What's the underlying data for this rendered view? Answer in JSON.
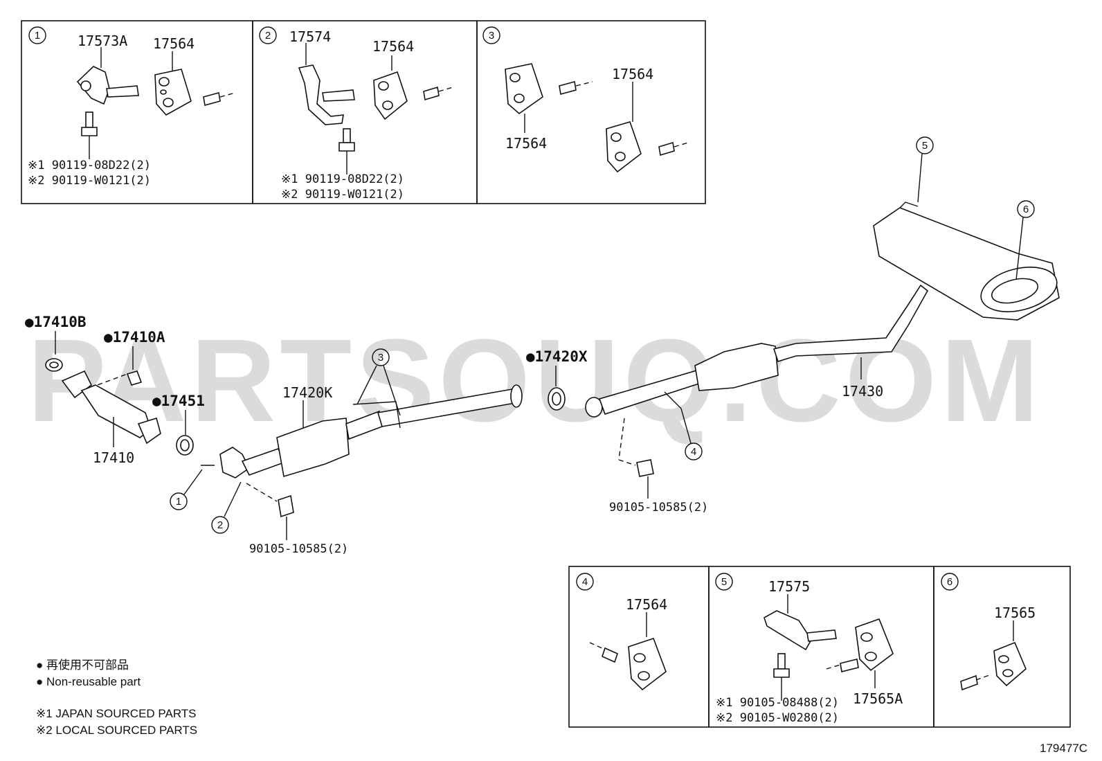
{
  "watermark": "PARTSOUQ.COM",
  "diagram_id": "179477C",
  "callout_boxes": [
    {
      "num": "1",
      "labels": [
        "17573A",
        "17564"
      ],
      "fasteners": [
        "※1 90119-08D22(2)",
        "※2 90119-W0121(2)"
      ]
    },
    {
      "num": "2",
      "labels": [
        "17574",
        "17564"
      ],
      "fasteners": [
        "※1 90119-08D22(2)",
        "※2 90119-W0121(2)"
      ]
    },
    {
      "num": "3",
      "labels": [
        "17564",
        "17564"
      ]
    },
    {
      "num": "4",
      "labels": [
        "17564"
      ]
    },
    {
      "num": "5",
      "labels": [
        "17575",
        "17565A"
      ],
      "fasteners": [
        "※1 90105-08488(2)",
        "※2 90105-W0280(2)"
      ]
    },
    {
      "num": "6",
      "labels": [
        "17565"
      ]
    }
  ],
  "main_parts": {
    "p17410B": "●17410B",
    "p17410A": "●17410A",
    "p17451": "●17451",
    "p17410": "17410",
    "p17420K": "17420K",
    "p17420X": "●17420X",
    "p17430": "17430",
    "bolt_front": "90105-10585(2)",
    "bolt_rear": "90105-10585(2)"
  },
  "circle_refs": [
    "1",
    "2",
    "3",
    "4",
    "5",
    "6"
  ],
  "legend": {
    "jp_line": "● 再使用不可部品",
    "en_line": "● Non-reusable part",
    "note1": "※1 JAPAN SOURCED PARTS",
    "note2": "※2 LOCAL SOURCED PARTS"
  }
}
